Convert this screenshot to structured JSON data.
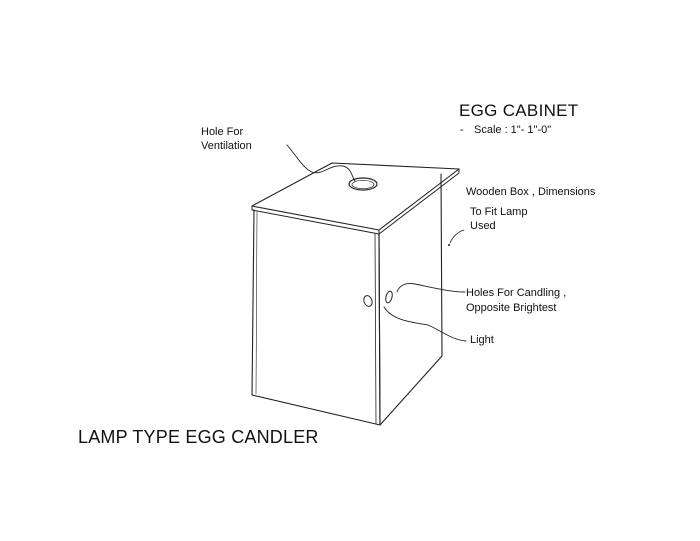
{
  "title": "EGG CABINET",
  "scale": {
    "dash": "-",
    "text": "Scale : 1\"- 1\"-0\""
  },
  "labels": {
    "ventilation_line1": "Hole For",
    "ventilation_line2": "Ventilation",
    "wooden_line1": "Wooden Box , Dimensions",
    "wooden_line2": "To Fit Lamp",
    "wooden_line3": "Used",
    "candling_line1": "Holes For Candling ,",
    "candling_line2": "Opposite Brightest",
    "light": "Light"
  },
  "caption": "LAMP TYPE EGG CANDLER",
  "colors": {
    "line": "#222222",
    "background": "#ffffff"
  }
}
